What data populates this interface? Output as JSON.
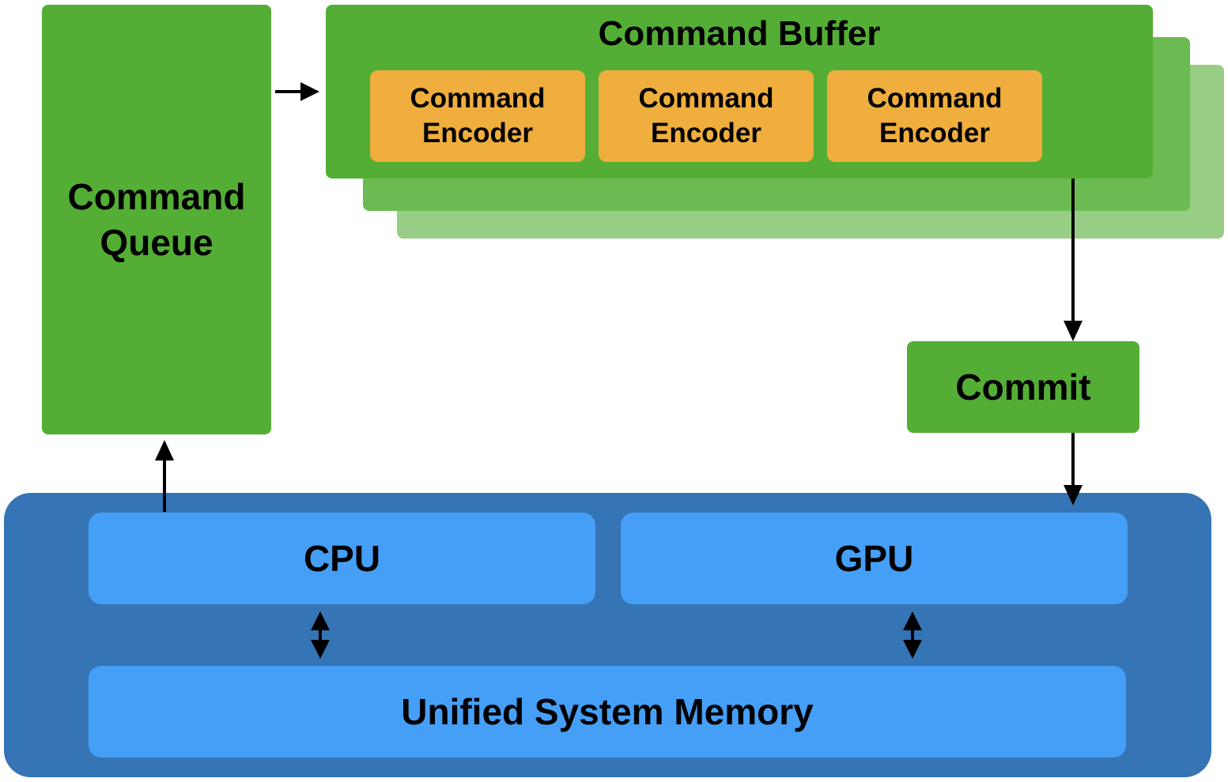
{
  "command_queue": {
    "line1": "Command",
    "line2": "Queue"
  },
  "command_buffer": {
    "title": "Command Buffer",
    "encoders": [
      {
        "line1": "Command",
        "line2": "Encoder"
      },
      {
        "line1": "Command",
        "line2": "Encoder"
      },
      {
        "line1": "Command",
        "line2": "Encoder"
      }
    ]
  },
  "commit": {
    "label": "Commit"
  },
  "system": {
    "cpu": "CPU",
    "gpu": "GPU",
    "memory": "Unified System Memory"
  },
  "colors": {
    "green": "#54ae35",
    "orange": "#efae3d",
    "blue_dark": "#3574b5",
    "blue_light": "#469ff7"
  }
}
